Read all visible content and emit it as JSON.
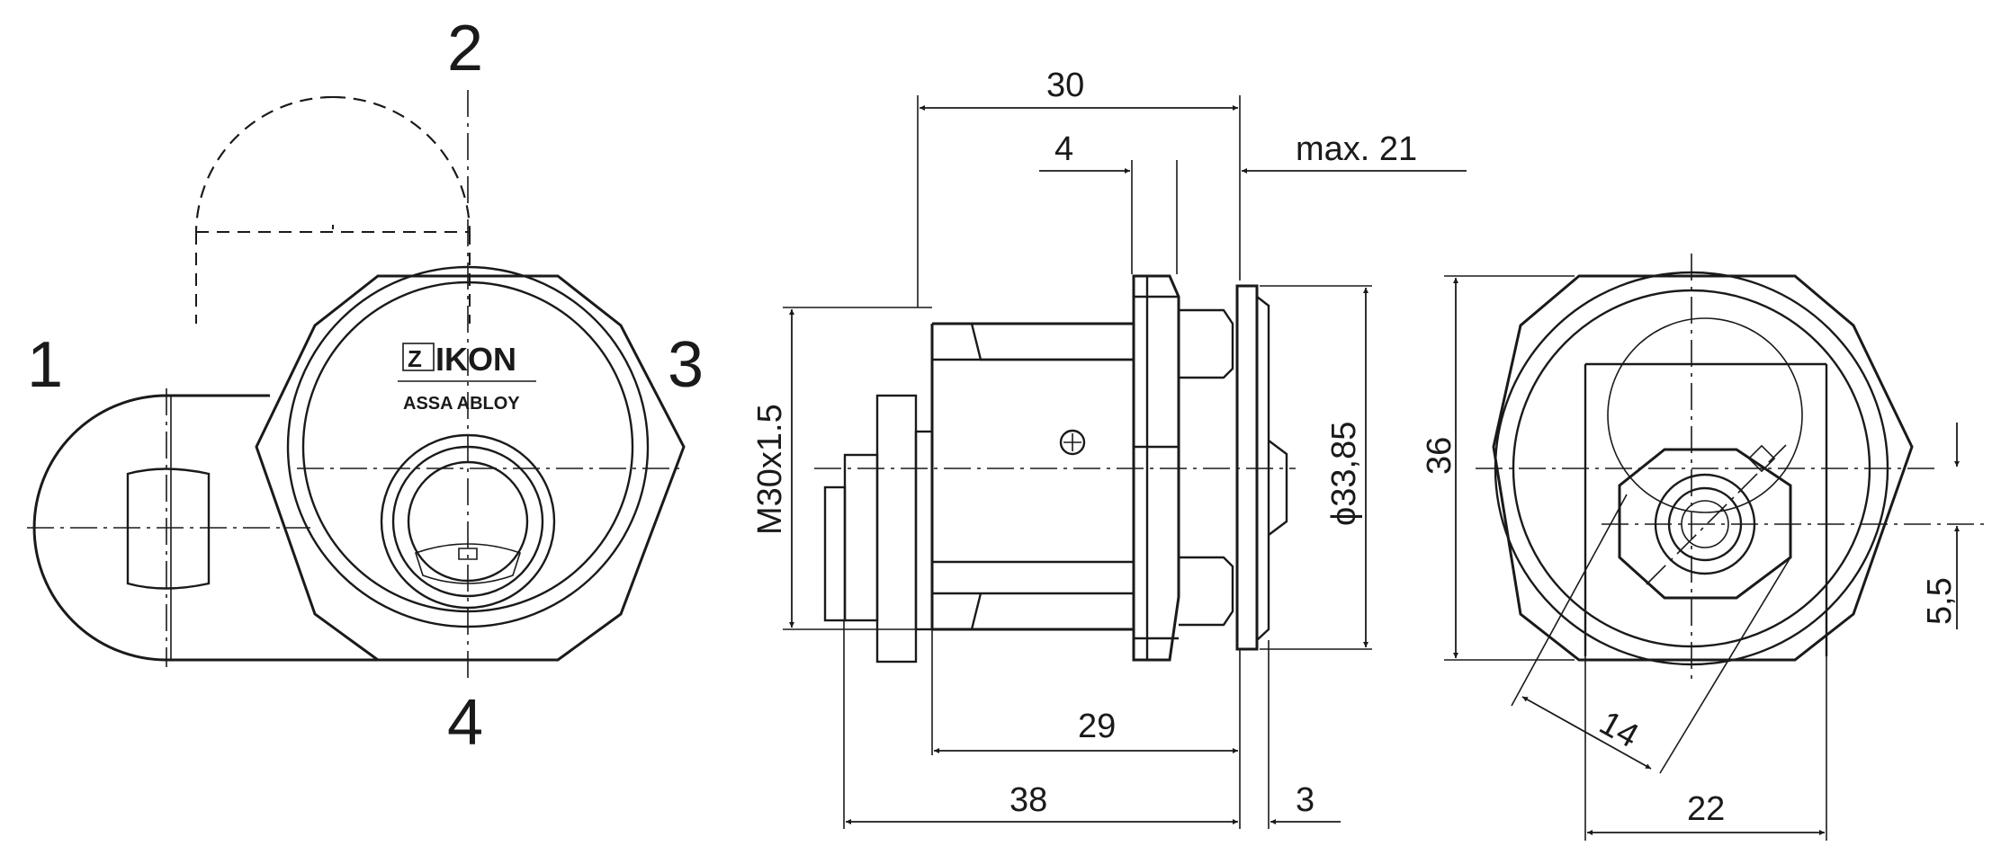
{
  "positions": {
    "p1": "1",
    "p2": "2",
    "p3": "3",
    "p4": "4"
  },
  "brand": {
    "logo_text": "IKON",
    "logo_mark": "Z",
    "sub": "ASSA ABLOY"
  },
  "side_view": {
    "overall_30": "30",
    "collar_4": "4",
    "max_21": "max. 21",
    "thread": "M30x1.5",
    "diameter": "ϕ33,85",
    "body_29": "29",
    "length_38": "38",
    "flange_3": "3"
  },
  "rear_view": {
    "height_36": "36",
    "offset_5_5": "5,5",
    "square_14": "14",
    "width_22": "22"
  }
}
